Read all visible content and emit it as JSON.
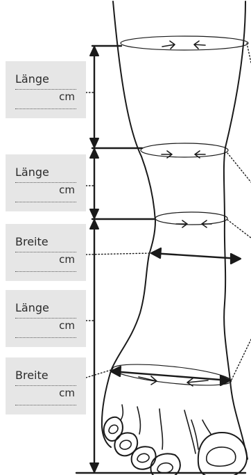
{
  "measure_boxes": [
    {
      "label": "Länge",
      "unit": "cm"
    },
    {
      "label": "Länge",
      "unit": "cm"
    },
    {
      "label": "Breite",
      "unit": "cm"
    },
    {
      "label": "Länge",
      "unit": "cm"
    },
    {
      "label": "Breite",
      "unit": "cm"
    }
  ],
  "colors": {
    "box_fill": "#e6e6e6",
    "ink": "#1a1a1a",
    "text": "#2b2b2b"
  }
}
